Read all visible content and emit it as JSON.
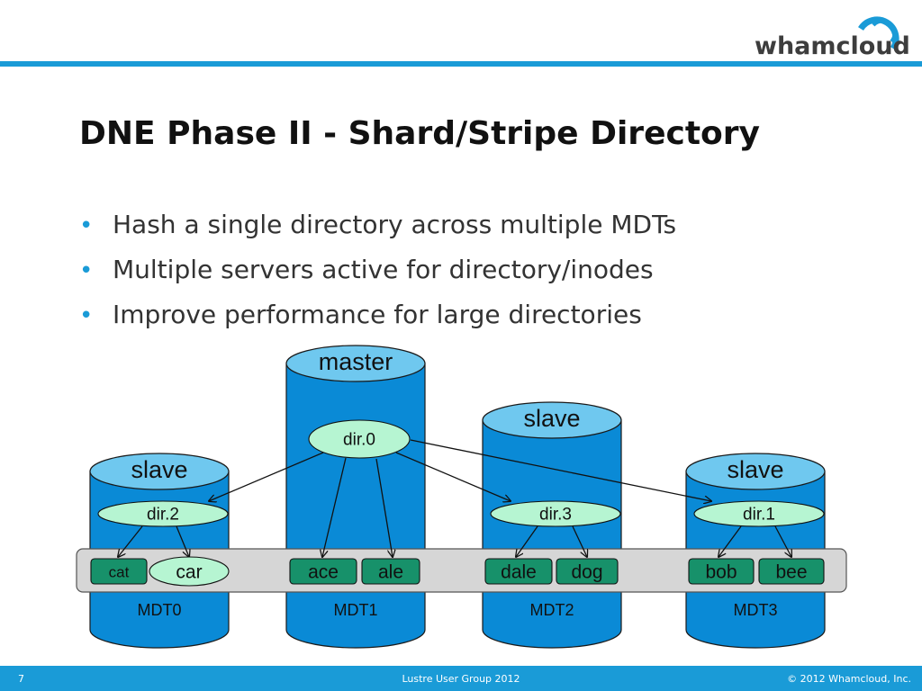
{
  "slide": {
    "title": "DNE Phase II - Shard/Stripe Directory",
    "bullets": [
      "Hash a single directory across multiple MDTs",
      "Multiple servers active for directory/inodes",
      "Improve performance for large directories"
    ],
    "logo": "whamcloud",
    "page_number": "7",
    "footer_center": "Lustre User Group 2012",
    "copyright": "© 2012  Whamcloud, Inc."
  },
  "diagram": {
    "cylinders": [
      {
        "id": "mdt0",
        "role": "slave",
        "label": "MDT0"
      },
      {
        "id": "mdt1",
        "role": "master",
        "label": "MDT1"
      },
      {
        "id": "mdt2",
        "role": "slave",
        "label": "MDT2"
      },
      {
        "id": "mdt3",
        "role": "slave",
        "label": "MDT3"
      }
    ],
    "directories": [
      {
        "id": "dir0",
        "label": "dir.0"
      },
      {
        "id": "dir1",
        "label": "dir.1"
      },
      {
        "id": "dir2",
        "label": "dir.2"
      },
      {
        "id": "dir3",
        "label": "dir.3"
      }
    ],
    "entries": [
      {
        "id": "cat",
        "label": "cat",
        "kind": "file"
      },
      {
        "id": "car",
        "label": "car",
        "kind": "directory"
      },
      {
        "id": "ace",
        "label": "ace",
        "kind": "file"
      },
      {
        "id": "ale",
        "label": "ale",
        "kind": "file"
      },
      {
        "id": "dale",
        "label": "dale",
        "kind": "file"
      },
      {
        "id": "dog",
        "label": "dog",
        "kind": "file"
      },
      {
        "id": "bob",
        "label": "bob",
        "kind": "file"
      },
      {
        "id": "bee",
        "label": "bee",
        "kind": "file"
      }
    ],
    "edges": [
      [
        "dir0",
        "dir2"
      ],
      [
        "dir0",
        "ace"
      ],
      [
        "dir0",
        "ale"
      ],
      [
        "dir0",
        "dir3"
      ],
      [
        "dir0",
        "dir1"
      ],
      [
        "dir2",
        "cat"
      ],
      [
        "dir2",
        "car"
      ],
      [
        "dir3",
        "dale"
      ],
      [
        "dir3",
        "dog"
      ],
      [
        "dir1",
        "bob"
      ],
      [
        "dir1",
        "bee"
      ]
    ],
    "colors": {
      "cylinder_body": "#0a8ad6",
      "cylinder_top": "#6fc8ef",
      "cylinder_outline": "#1a1a1a",
      "directory_fill": "#b6f5d2",
      "entry_fill": "#17916a",
      "band_fill": "#d6d6d6",
      "accent": "#1a9bd7"
    }
  }
}
